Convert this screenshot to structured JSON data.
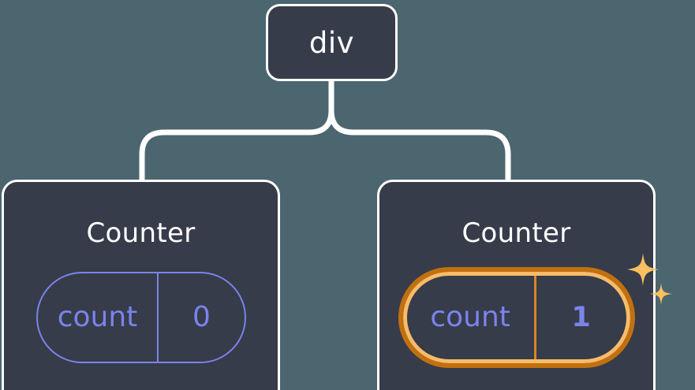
{
  "diagram": {
    "type": "component-tree",
    "background_color": "#4C6670",
    "node_fill_color": "#363C49",
    "node_border_color": "#FFFFFF",
    "connector_color": "#FFFFFF",
    "accent_state_color": "#7B83EC",
    "highlight_outer_color": "#C2700F",
    "highlight_inner_color": "#F7BC6A",
    "sparkle_color": "#FBBF60",
    "root": {
      "label": "div"
    },
    "children": [
      {
        "title": "Counter",
        "state": {
          "key": "count",
          "value": "0"
        },
        "highlighted": false,
        "sparkles": false
      },
      {
        "title": "Counter",
        "state": {
          "key": "count",
          "value": "1"
        },
        "highlighted": true,
        "sparkles": true
      }
    ]
  }
}
